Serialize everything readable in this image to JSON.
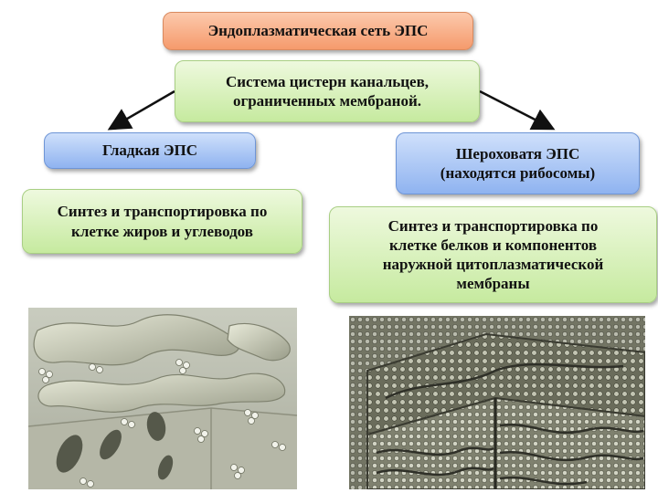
{
  "title": "Эндоплазматическая сеть ЭПС",
  "system": "Система цистерн канальцев,\nограниченных мембраной.",
  "smooth": {
    "label": "Гладкая ЭПС",
    "description": "Синтез и транспортировка по\nклетке жиров и углеводов"
  },
  "rough": {
    "label": "Шероховатя ЭПС\n(находятся рибосомы)",
    "description": "Синтез и транспортировка по\nклетке белков и компонентов\nнаружной цитоплазматической\nмембраны"
  },
  "colors": {
    "title_fill": "#f59a6c",
    "green_fill": "#c6ea9f",
    "blue_fill": "#8fb3f0",
    "arrow": "#111111"
  },
  "images": {
    "smooth_er": "smooth-er-illustration",
    "rough_er": "rough-er-illustration"
  }
}
